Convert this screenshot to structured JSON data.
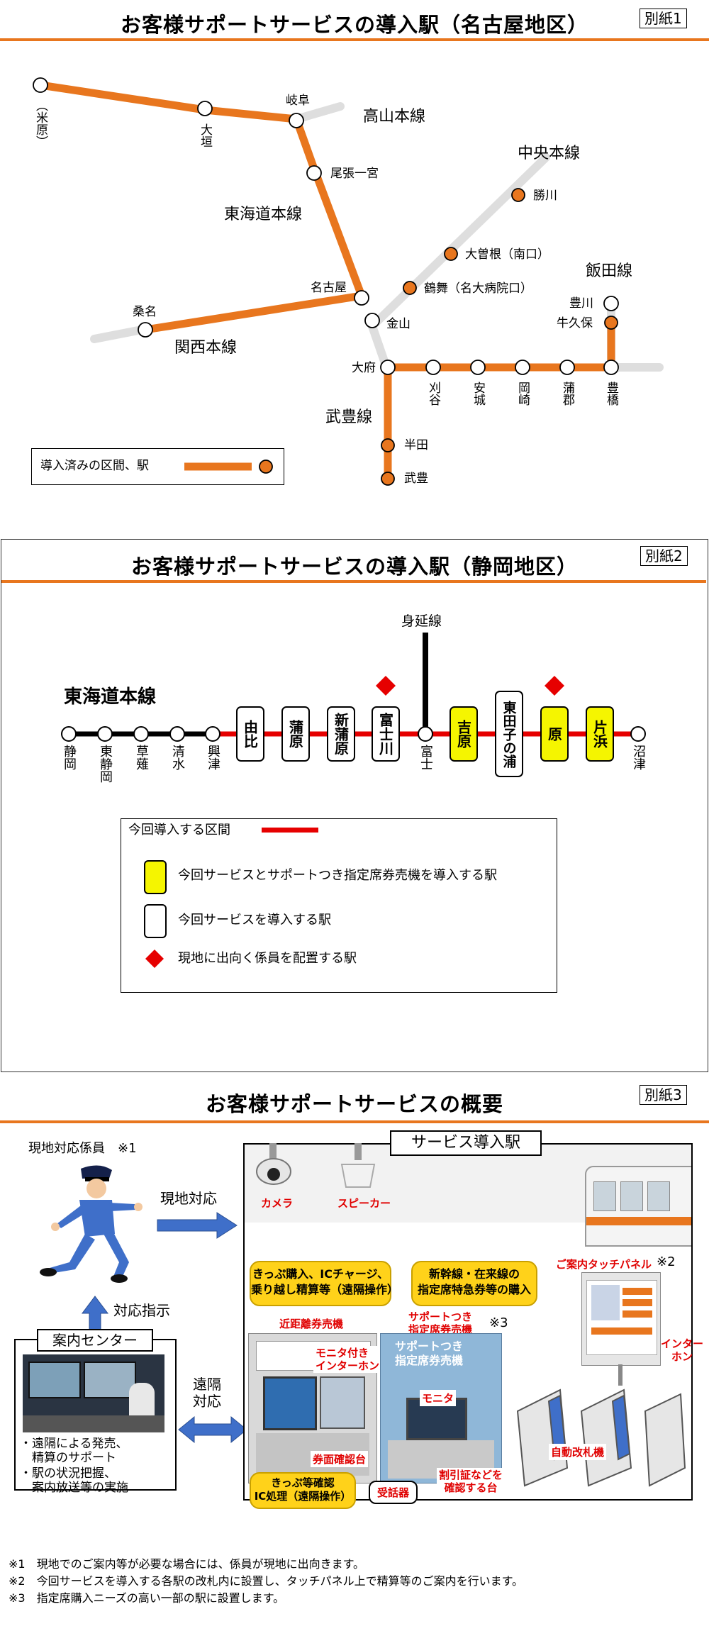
{
  "nagoya": {
    "title": "お客様サポートサービスの導入駅（名古屋地区）",
    "tag": "別紙1",
    "lines": [
      "高山本線",
      "東海道本線",
      "中央本線",
      "関西本線",
      "飯田線",
      "武豊線"
    ],
    "stations": {
      "maibara": "（米原）",
      "ogaki": "大垣",
      "gifu": "岐阜",
      "owari_ichinomiya": "尾張一宮",
      "kachigawa": "勝川",
      "ozone": "大曽根（南口）",
      "tsurumai": "鶴舞（名大病院口）",
      "nagoya": "名古屋",
      "kanayama": "金山",
      "kuwana": "桑名",
      "obu": "大府",
      "kariya": "刈谷",
      "anjo": "安城",
      "okazaki": "岡崎",
      "gamagori": "蒲郡",
      "toyohashi": "豊橋",
      "toyokawa": "豊川",
      "ushikubo": "牛久保",
      "handa": "半田",
      "taketoyo": "武豊"
    },
    "legend": "導入済みの区間、駅"
  },
  "shizuoka": {
    "title": "お客様サポートサービスの導入駅（静岡地区）",
    "tag": "別紙2",
    "line_main": "東海道本線",
    "line_branch": "身延線",
    "plain_stations": [
      "静岡",
      "東静岡",
      "草薙",
      "清水",
      "興津",
      "富士",
      "沼津"
    ],
    "boxed_stations": [
      {
        "name": "由比",
        "yellow": false
      },
      {
        "name": "蒲原",
        "yellow": false
      },
      {
        "name": "新蒲原",
        "yellow": false
      },
      {
        "name": "富士川",
        "yellow": false
      },
      {
        "name": "吉原",
        "yellow": true
      },
      {
        "name": "東田子の浦",
        "yellow": false
      },
      {
        "name": "原",
        "yellow": true
      },
      {
        "name": "片浜",
        "yellow": true
      }
    ],
    "legend": {
      "section": "今回導入する区間",
      "yellow": "今回サービスとサポートつき指定席券売機を導入する駅",
      "white": "今回サービスを導入する駅",
      "diamond": "現地に出向く係員を配置する駅"
    }
  },
  "overview": {
    "title": "お客様サポートサービスの概要",
    "tag": "別紙3",
    "staff_label": "現地対応係員　※1",
    "onsite": "現地対応",
    "instruction": "対応指示",
    "center_title": "案内センター",
    "center_items": [
      "・遠隔による発売、\n　精算のサポート",
      "・駅の状況把握、\n　案内放送等の実施"
    ],
    "remote": "遠隔\n対応",
    "station_title": "サービス導入駅",
    "camera": "カメラ",
    "speaker": "スピーカー",
    "callout1": "きっぷ購入、ICチャージ、\n乗り越し精算等（遠隔操作）",
    "callout2": "新幹線・在来線の\n指定席特急券等の購入",
    "machine1": "近距離券売機",
    "machine2": "サポートつき\n指定席券売機",
    "mark3": "※3",
    "touch_panel": "ご案内タッチパネル",
    "mark2": "※2",
    "interphone": "インター\nホン",
    "monitor_interphone": "モニタ付き\nインターホン",
    "monitor": "モニタ",
    "ticket_check": "券面確認台",
    "discount_check": "割引証などを\n確認する台",
    "gates": "自動改札機",
    "ic_callout": "きっぷ等確認\nIC処理（遠隔操作）",
    "receiver": "受話器",
    "machine_sign": "サポートつき\n指定席券売機",
    "notes": [
      "※1　現地でのご案内等が必要な場合には、係員が現地に出向きます。",
      "※2　今回サービスを導入する各駅の改札内に設置し、タッチパネル上で精算等のご案内を行います。",
      "※3　指定席購入ニーズの高い一部の駅に設置します。"
    ]
  },
  "colors": {
    "orange": "#e8761e",
    "gray": "#dedede",
    "red": "#e60000",
    "yellow": "#f5f500"
  }
}
